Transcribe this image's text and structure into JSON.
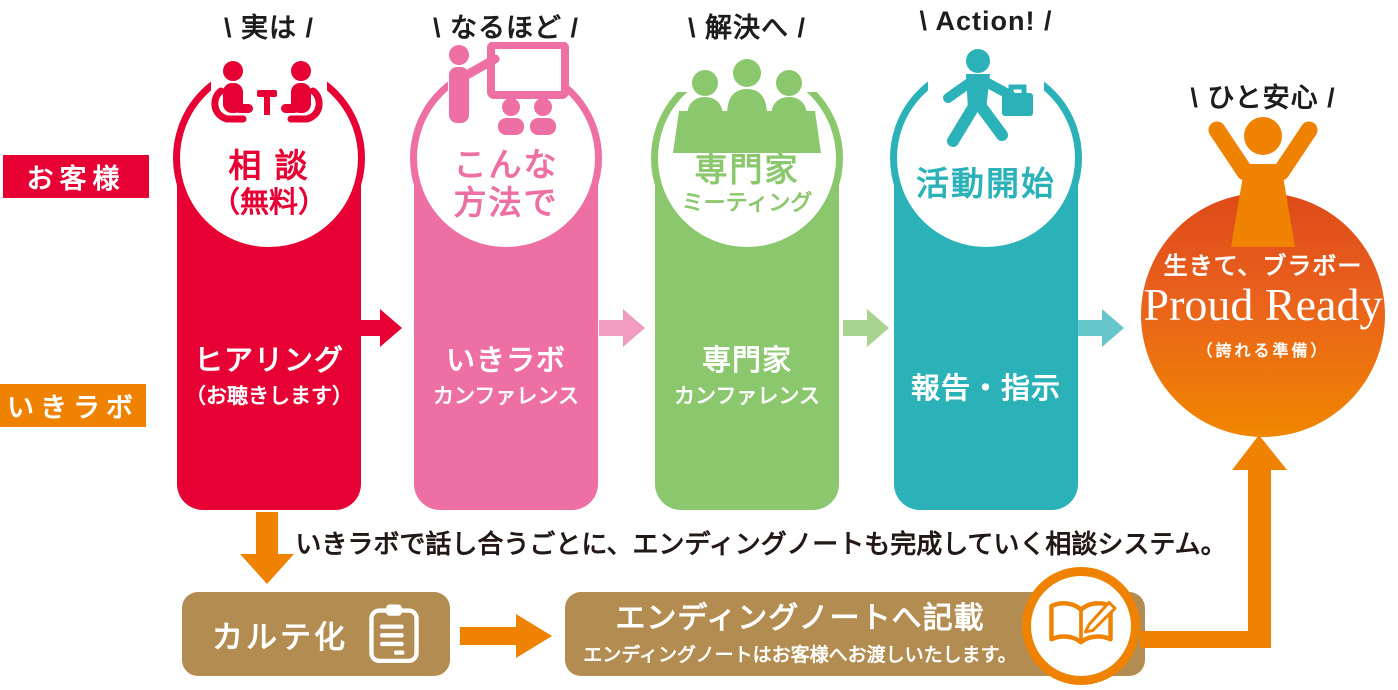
{
  "rows": {
    "customer": "お客様",
    "lab": "いきラボ"
  },
  "steps": [
    {
      "callout": "\\ 実は /",
      "circle": [
        "相 談",
        "（無料）"
      ],
      "body": [
        "ヒアリング",
        "（お聴きします）"
      ],
      "icon": "consultation-icon",
      "color": "#e60033",
      "arrow_color": "#e60033"
    },
    {
      "callout": "\\ なるほど /",
      "circle": [
        "こんな",
        "方法で"
      ],
      "body": [
        "いきラボ",
        "カンファレンス"
      ],
      "icon": "presentation-icon",
      "color": "#ed6fa3",
      "arrow_color": "#f09cc0"
    },
    {
      "callout": "\\ 解決へ /",
      "circle": [
        "専門家",
        "ミーティング"
      ],
      "body": [
        "専門家",
        "カンファレンス"
      ],
      "icon": "experts-meeting-icon",
      "color": "#8bc76c",
      "arrow_color": "#a9d48f"
    },
    {
      "callout": "\\ Action! /",
      "circle": [
        "活動開始"
      ],
      "body": [
        "報告・指示"
      ],
      "icon": "businessman-running-icon",
      "color": "#2bb2b8",
      "arrow_color": "#66c6ca"
    }
  ],
  "goal": {
    "callout": "\\ ひと安心 /",
    "tagline": "生きて、ブラボー",
    "title": "Proud Ready",
    "subtitle": "（誇れる準備）",
    "icon": "cheering-person-icon",
    "gradient_top": "#dd4a18",
    "gradient_bottom": "#f08700"
  },
  "note": "いきラボで話し合うごとに、エンディングノートも完成していく相談システム。",
  "bottom": {
    "karte_label": "カルテ化",
    "ending_title": "エンディングノートへ記載",
    "ending_sub": "エンディングノートはお客様へお渡しいたします。"
  },
  "colors": {
    "red": "#e60033",
    "pink": "#ed6fa3",
    "green": "#8bc76c",
    "teal": "#2bb2b8",
    "orange": "#ef8200",
    "tan": "#b28c50",
    "black": "#1d1d1b"
  }
}
